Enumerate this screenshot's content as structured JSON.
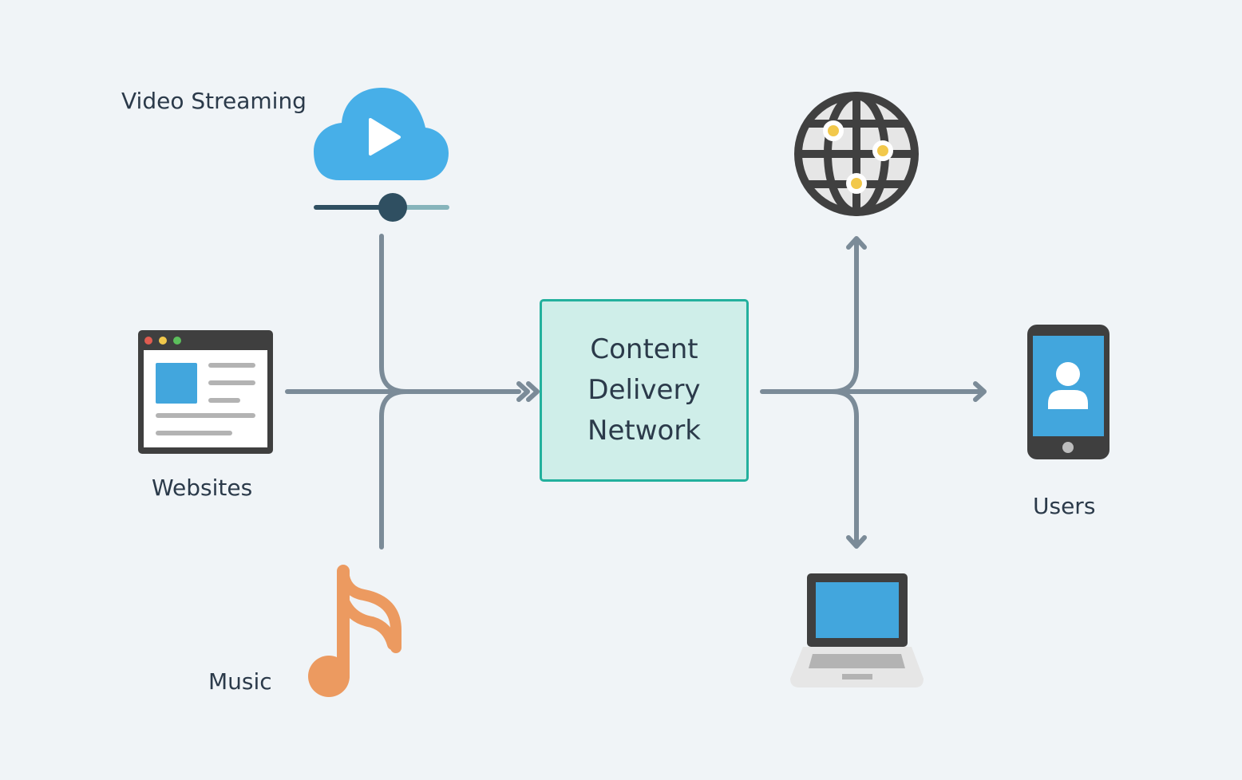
{
  "labels": {
    "video_streaming": "Video Streaming",
    "websites": "Websites",
    "music": "Music",
    "users": "Users"
  },
  "cdn": {
    "line1": "Content",
    "line2": "Delivery",
    "line3": "Network"
  },
  "colors": {
    "background": "#f0f4f7",
    "connector": "#7b8b98",
    "cdn_border": "#23b09d",
    "cdn_fill": "#cfeee9",
    "cloud": "#47afe8",
    "music_note": "#ec9a60",
    "device_dark": "#3f3f3f",
    "screen_blue": "#42a6dd",
    "globe_dot": "#f2c84b"
  },
  "icons": {
    "video": "cloud-play-icon",
    "slider": "progress-slider-icon",
    "websites": "browser-window-icon",
    "music": "music-note-icon",
    "globe": "globe-icon",
    "laptop": "laptop-icon",
    "phone": "smartphone-user-icon"
  }
}
